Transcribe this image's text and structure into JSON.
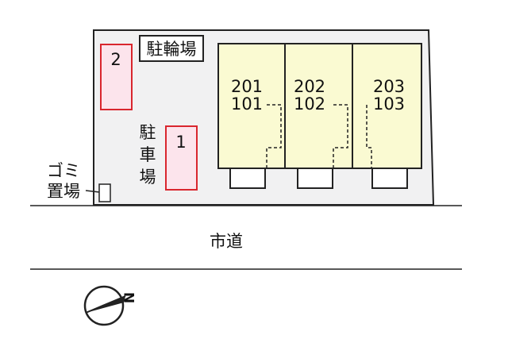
{
  "colors": {
    "site_fill": "#f1f1f2",
    "building_fill": "#fafad2",
    "parking_outline": "#d9262e",
    "parking_fill": "#fce4ec",
    "line": "#222222"
  },
  "site": {
    "bicycle_parking_label": "駐輪場",
    "car_parking_label_chars": [
      "駐",
      "車",
      "場"
    ],
    "garbage_label_line1": "ゴミ",
    "garbage_label_line2": "置場",
    "road_label": "市道"
  },
  "parking_spaces": [
    {
      "number": "1"
    },
    {
      "number": "2"
    }
  ],
  "units": [
    {
      "upper": "201",
      "lower": "101"
    },
    {
      "upper": "202",
      "lower": "102"
    },
    {
      "upper": "203",
      "lower": "103"
    }
  ],
  "compass": {
    "north_letter": "N",
    "icon": "north-arrow-icon"
  }
}
